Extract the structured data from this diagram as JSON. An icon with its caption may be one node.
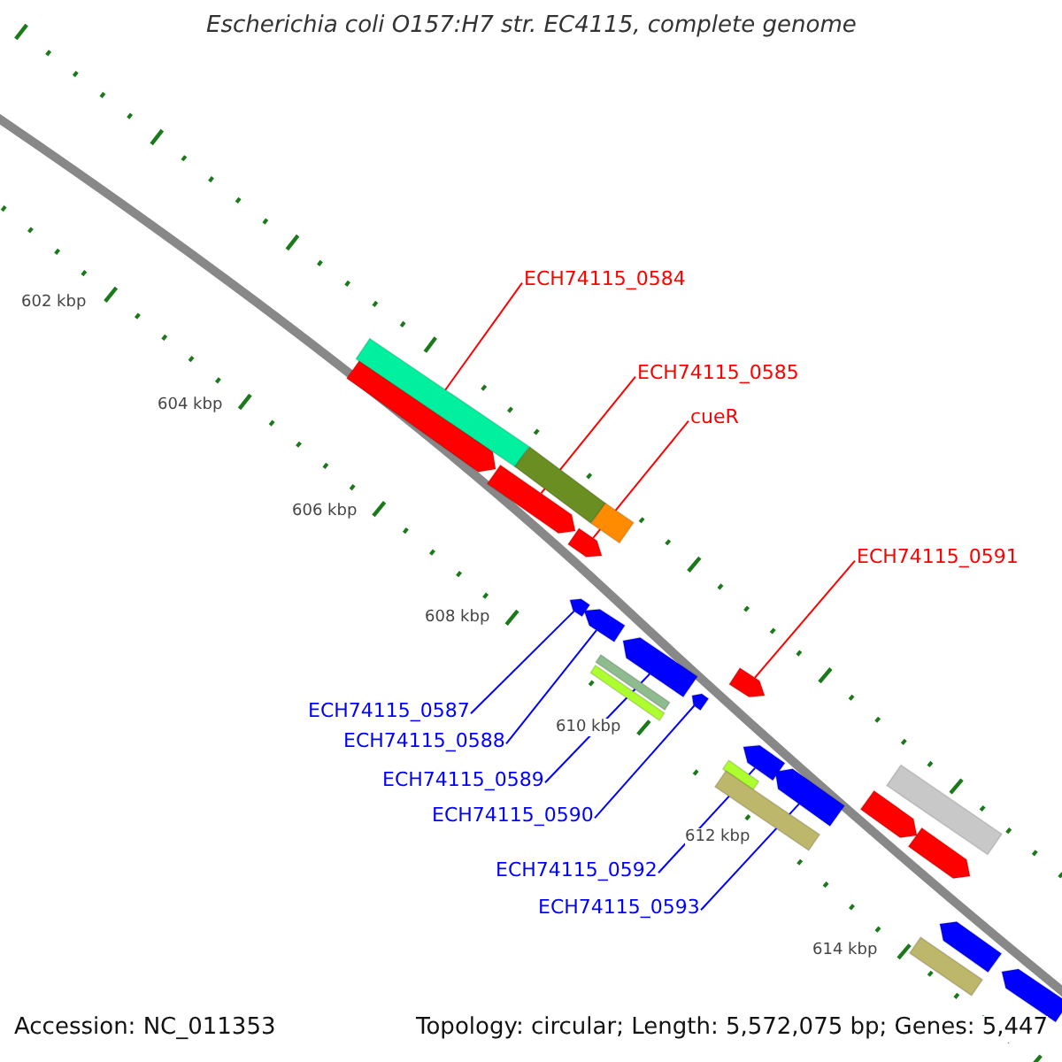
{
  "diagram": {
    "title": "Escherichia coli O157:H7 str. EC4115, complete genome",
    "nodes": [
      {
        "text": [
          "ECH74115_0584"
        ]
      },
      {
        "text": [
          "ECH74115_0585"
        ]
      },
      {
        "text": [
          "cueR"
        ]
      },
      {
        "text": [
          "ECH74115_0591"
        ]
      },
      {
        "text": [
          "ECH74115_0587"
        ]
      },
      {
        "text": [
          "ECH74115_0588"
        ]
      },
      {
        "text": [
          "ECH74115_0589"
        ]
      },
      {
        "text": [
          "ECH74115_0590"
        ]
      },
      {
        "text": [
          "ECH74115_0592"
        ]
      },
      {
        "text": [
          "ECH74115_0593"
        ]
      },
      {
        "text": [],
        "shape": "arrow"
      },
      {
        "text": [],
        "shape": "arrow"
      },
      {
        "text": [],
        "shape": "arrow"
      },
      {
        "text": [],
        "shape": "arrow"
      },
      {
        "text": [],
        "shape": "arrow"
      },
      {
        "text": [],
        "shape": "arrow"
      },
      {
        "text": [],
        "shape": "arrow"
      },
      {
        "text": [],
        "shape": "arrow"
      },
      {
        "text": [],
        "shape": "arrow"
      },
      {
        "text": [],
        "shape": "arrow"
      },
      {
        "text": [],
        "shape": "bar"
      },
      {
        "text": [],
        "shape": "bar"
      },
      {
        "text": [],
        "shape": "bar"
      },
      {
        "text": [],
        "shape": "bar"
      },
      {
        "text": [],
        "shape": "arrow"
      },
      {
        "text": [],
        "shape": "arrow"
      },
      {
        "text": [],
        "shape": "bar"
      },
      {
        "text": [],
        "shape": "bar"
      },
      {
        "text": [],
        "shape": "bar"
      },
      {
        "text": [],
        "shape": "bar"
      },
      {
        "text": [],
        "shape": "bar"
      },
      {
        "text": [],
        "shape": "arrow"
      },
      {
        "text": [],
        "shape": "arrow"
      }
    ],
    "edges": [
      {
        "from": 0,
        "to": 10,
        "arrow": "none",
        "color": "#ff0000"
      },
      {
        "from": 1,
        "to": 11,
        "arrow": "none",
        "color": "#ff0000"
      },
      {
        "from": 2,
        "to": 12,
        "arrow": "none",
        "color": "#ff0000"
      },
      {
        "from": 3,
        "to": 13,
        "arrow": "none",
        "color": "#ff0000"
      },
      {
        "from": 4,
        "to": 14,
        "arrow": "none"
      },
      {
        "from": 5,
        "to": 15,
        "arrow": "none"
      },
      {
        "from": 6,
        "to": 16,
        "arrow": "none"
      },
      {
        "from": 7,
        "to": 17,
        "arrow": "none"
      },
      {
        "from": 8,
        "to": 18,
        "arrow": "none"
      },
      {
        "from": 9,
        "to": 19,
        "arrow": "none"
      }
    ],
    "labels": [
      "602 kbp",
      "604 kbp",
      "606 kbp",
      "608 kbp",
      "610 kbp",
      "612 kbp",
      "614 kbp",
      "Accession: NC_011353",
      "Topology: circular; Length: 5,572,075 bp; Genes: 5,447"
    ]
  }
}
